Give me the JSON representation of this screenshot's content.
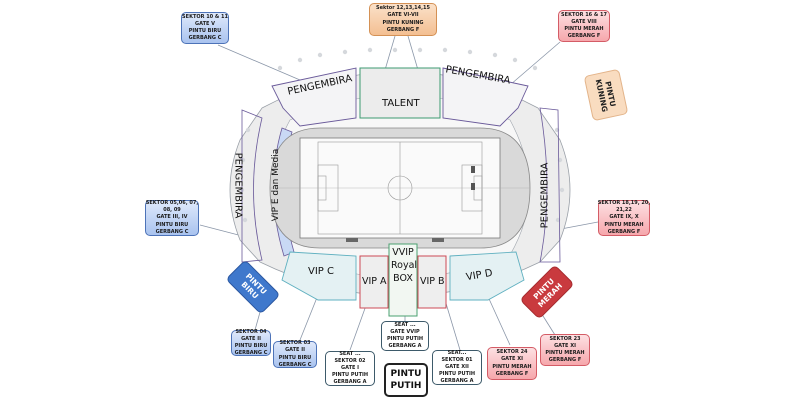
{
  "diagram": {
    "type": "stadium seating and gate map",
    "zones": {
      "top_left": "PENGEMBIRA",
      "top_right": "PENGEMBIRA",
      "top_center": "TALENT",
      "left_outer": "PENGEMBIRA",
      "left_inner": "VIP E dan Media",
      "right": "PENGEMBIRA",
      "vip_c": "VIP C",
      "vip_a": "VIP A",
      "vvip_line1": "VVIP",
      "vvip_line2": "Royal",
      "vvip_line3": "BOX",
      "vip_b": "VIP B",
      "vip_d": "VIP D"
    },
    "gates": {
      "kuning": {
        "line1": "PINTU",
        "line2": "KUNING",
        "color": "#f9dcc0"
      },
      "biru": {
        "line1": "PINTU",
        "line2": "BIRU",
        "color": "#3f78cc"
      },
      "merah": {
        "line1": "PINTU",
        "line2": "MERAH",
        "color": "#c93a3e"
      },
      "putih": {
        "line1": "PINTU",
        "line2": "PUTIH",
        "color": "#ffffff"
      }
    },
    "callouts": {
      "c1": {
        "lines": [
          "SEKTOR 10 & 11",
          "GATE V",
          "PINTU BIRU",
          "GERBANG C"
        ],
        "color": "blue"
      },
      "c2": {
        "lines": [
          "Sektor 12,13,14,15",
          "GATE VI-VII",
          "PINTU KUNING",
          "GERBANG F"
        ],
        "color": "orange"
      },
      "c3": {
        "lines": [
          "SEKTOR 16 & 17",
          "GATE VIII",
          "PINTU MERAH",
          "GERBANG F"
        ],
        "color": "red"
      },
      "c4": {
        "lines": [
          "SEKTOR 05,06, 07,",
          "08, 09",
          "GATE III, IV",
          "PINTU BIRU",
          "GERBANG C"
        ],
        "color": "blue"
      },
      "c5": {
        "lines": [
          "SEKTOR 18,19, 20,",
          "21,22",
          "GATE IX, X",
          "PINTU MERAH",
          "GERBANG F"
        ],
        "color": "red"
      },
      "c6": {
        "lines": [
          "SEKTOR 04",
          "GATE II",
          "PINTU BIRU",
          "GERBANG C"
        ],
        "color": "blue"
      },
      "c7": {
        "lines": [
          "SEKTOR 03",
          "GATE II",
          "PINTU BIRU",
          "GERBANG C"
        ],
        "color": "blue"
      },
      "c8": {
        "lines": [
          "SEAT ...",
          "GATE VVIP",
          "PINTU PUTIH",
          "GERBANG A"
        ],
        "color": "white"
      },
      "c9": {
        "lines": [
          "SEAT ...",
          "SEKTOR 02",
          "GATE I",
          "PINTU PUTIH",
          "GERBANG A"
        ],
        "color": "white"
      },
      "c10": {
        "lines": [
          "SEAT...",
          "SEKTOR 01",
          "GATE XII",
          "PINTU PUTIH",
          "GERBANG A"
        ],
        "color": "white"
      },
      "c11": {
        "lines": [
          "SEKTOR 24",
          "GATE XI",
          "PINTU MERAH",
          "GERBANG F"
        ],
        "color": "red"
      },
      "c12": {
        "lines": [
          "SEKTOR 23",
          "GATE XI",
          "PINTU MERAH",
          "GERBANG F"
        ],
        "color": "red"
      }
    }
  }
}
